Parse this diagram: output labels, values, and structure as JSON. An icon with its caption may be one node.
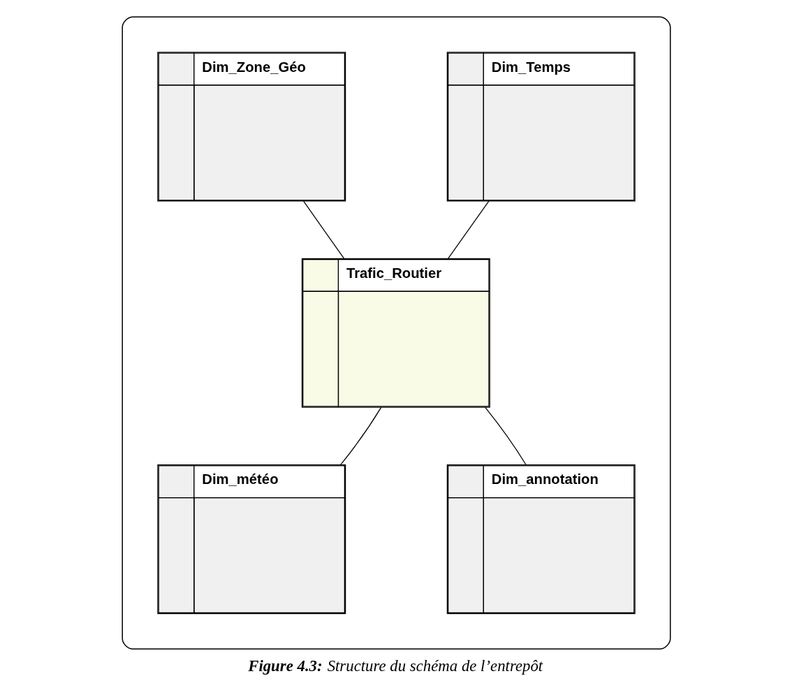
{
  "diagram": {
    "caption": "**Figure 4.3:** Structure du schéma de l’entrepôt",
    "nodes": [
      {
        "text": [],
        "shape": "box"
      },
      {
        "text": [
          "Dim_Zone_Géo"
        ],
        "in": 0
      },
      {
        "text": [
          "Dim_Temps"
        ],
        "in": 0
      },
      {
        "text": [
          "Trafic_Routier"
        ],
        "in": 0
      },
      {
        "text": [
          "Dim_météo"
        ],
        "in": 0
      },
      {
        "text": [
          "Dim_annotation"
        ],
        "in": 0
      }
    ],
    "edges": [
      {
        "from": 1,
        "to": 3,
        "arrow": "none"
      },
      {
        "from": 2,
        "to": 3,
        "arrow": "none"
      },
      {
        "from": 4,
        "to": 3,
        "arrow": "none"
      },
      {
        "from": 5,
        "to": 3,
        "arrow": "none"
      }
    ]
  }
}
